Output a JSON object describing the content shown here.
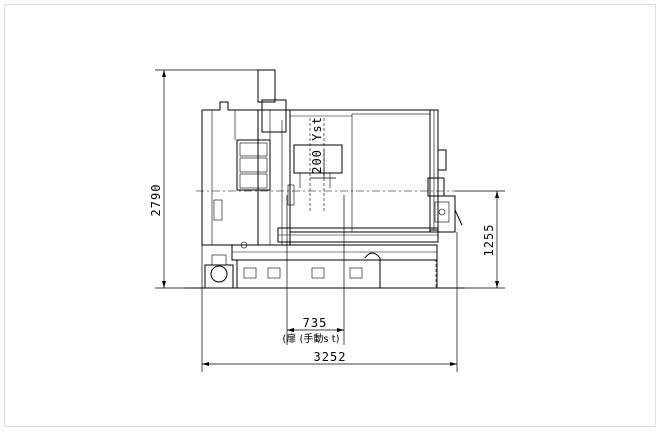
{
  "drawing": {
    "dimensions": {
      "overall_height": "2790",
      "ram_stroke": "200 Yst",
      "spindle_height": "1255",
      "door_stroke_value": "735",
      "door_stroke_note": "(扉 (手動s t)",
      "overall_width": "3252"
    }
  }
}
